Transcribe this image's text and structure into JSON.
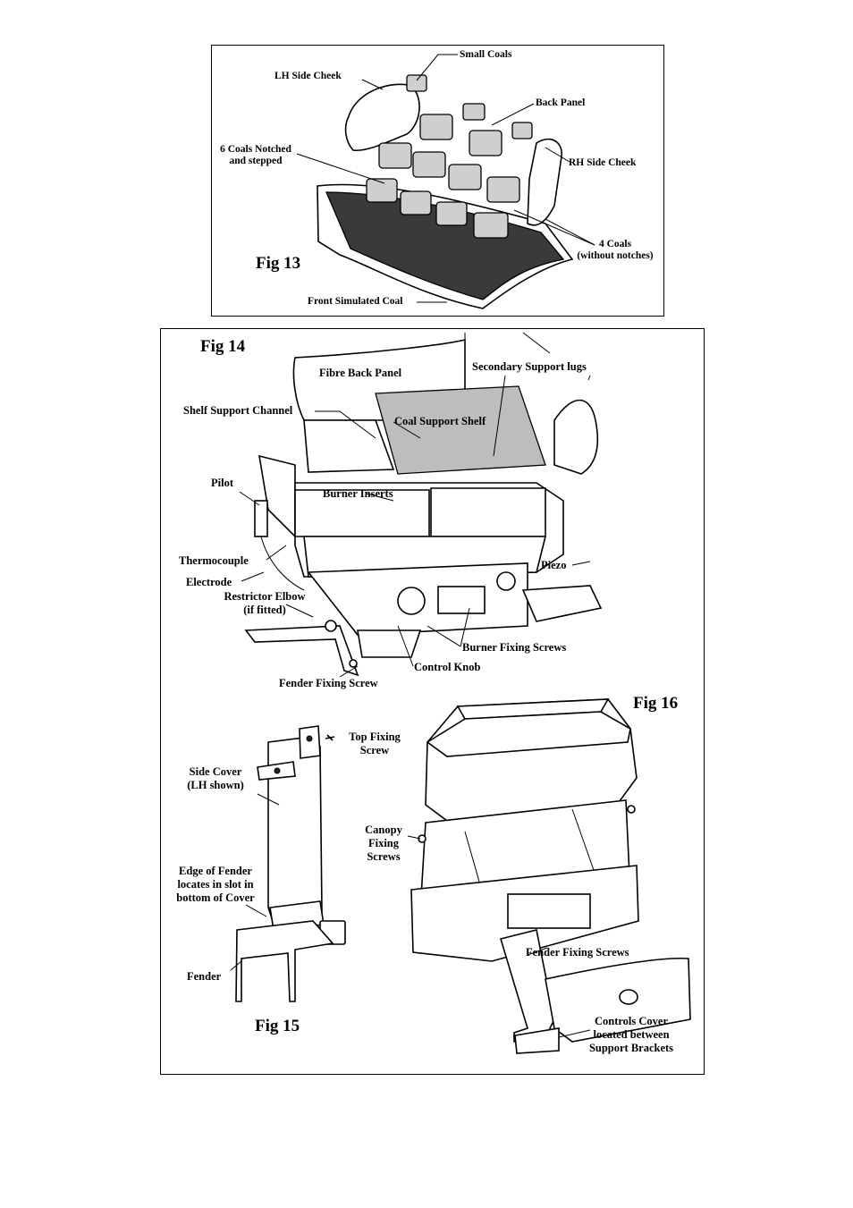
{
  "fig13": {
    "title": "Fig 13",
    "labels": {
      "small_coals": "Small Coals",
      "lh_side_cheek": "LH Side Cheek",
      "back_panel": "Back Panel",
      "six_coals_l1": "6 Coals Notched",
      "six_coals_l2": "and stepped",
      "rh_side_cheek": "RH Side Cheek",
      "four_coals_l1": "4 Coals",
      "four_coals_l2": "(without notches)",
      "front_coal": "Front Simulated Coal"
    }
  },
  "fig14": {
    "title": "Fig 14",
    "labels": {
      "fibre_back_panel": "Fibre Back Panel",
      "secondary_support_lugs": "Secondary Support lugs",
      "shelf_support_channel": "Shelf Support Channel",
      "coal_support_shelf": "Coal Support Shelf",
      "pilot": "Pilot",
      "burner_inserts": "Burner Inserts",
      "thermocouple": "Thermocouple",
      "piezo": "Piezo",
      "electrode": "Electrode",
      "restrictor_l1": "Restrictor Elbow",
      "restrictor_l2": "(if fitted)",
      "burner_fixing_screws": "Burner Fixing Screws",
      "control_knob": "Control Knob",
      "fender_fixing_screw": "Fender Fixing Screw"
    }
  },
  "fig15": {
    "title": "Fig 15",
    "labels": {
      "top_fixing_l1": "Top Fixing",
      "top_fixing_l2": "Screw",
      "side_cover_l1": "Side Cover",
      "side_cover_l2": "(LH shown)",
      "edge_l1": "Edge of Fender",
      "edge_l2": "locates in slot in",
      "edge_l3": "bottom of Cover",
      "fender": "Fender"
    }
  },
  "fig16": {
    "title": "Fig 16",
    "labels": {
      "canopy_l1": "Canopy",
      "canopy_l2": "Fixing",
      "canopy_l3": "Screws",
      "fender_fixing_screws": "Fender Fixing Screws",
      "controls_l1": "Controls Cover",
      "controls_l2": "located between",
      "controls_l3": "Support Brackets"
    }
  }
}
